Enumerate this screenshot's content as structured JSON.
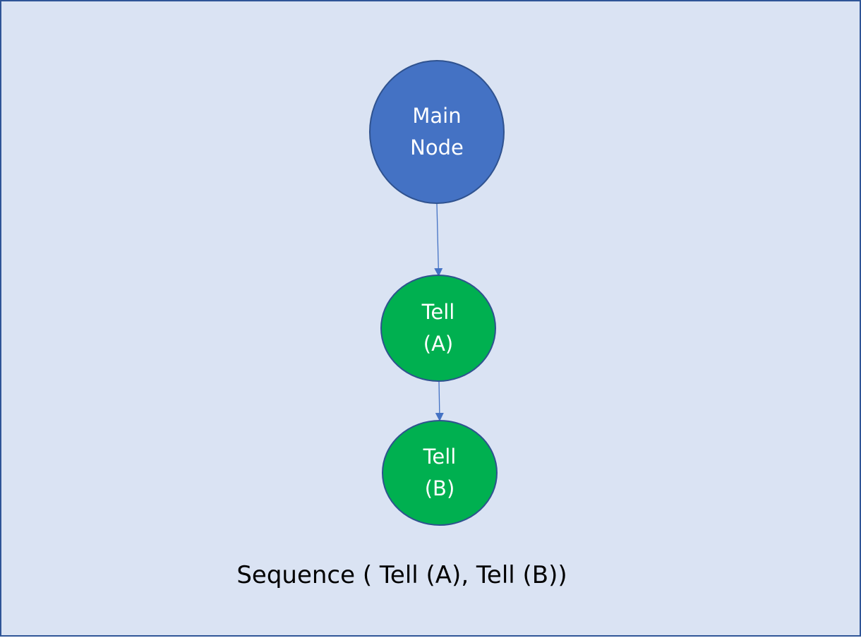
{
  "colors": {
    "background": "#dae3f3",
    "frame_border": "#2f5597",
    "main_node_fill": "#4472c4",
    "main_node_stroke": "#2f528f",
    "action_node_fill": "#00b050",
    "action_node_stroke": "#2f528f",
    "arrow": "#4472c4",
    "node_text": "#ffffff",
    "caption_text": "#000000"
  },
  "nodes": {
    "main": {
      "line1": "Main",
      "line2": "Node"
    },
    "tell_a": {
      "line1": "Tell",
      "line2": "(A)"
    },
    "tell_b": {
      "line1": "Tell",
      "line2": "(B)"
    }
  },
  "edges": [
    {
      "from": "main",
      "to": "tell_a"
    },
    {
      "from": "tell_a",
      "to": "tell_b"
    }
  ],
  "caption": "Sequence ( Tell (A), Tell (B))"
}
